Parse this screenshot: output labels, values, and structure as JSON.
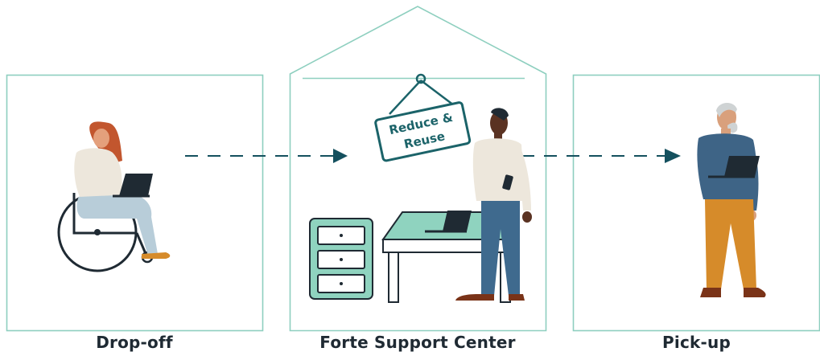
{
  "sign": {
    "line1": "Reduce &",
    "line2": "Reuse"
  },
  "stages": [
    {
      "label": "Drop-off"
    },
    {
      "label": "Forte Support Center"
    },
    {
      "label": "Pick-up"
    }
  ],
  "colors": {
    "frame": "#8ecfbf",
    "arrow": "#14505e",
    "sign_border": "#1b6369",
    "furniture_fill": "#8fd3bf",
    "dark": "#1f2a33"
  }
}
